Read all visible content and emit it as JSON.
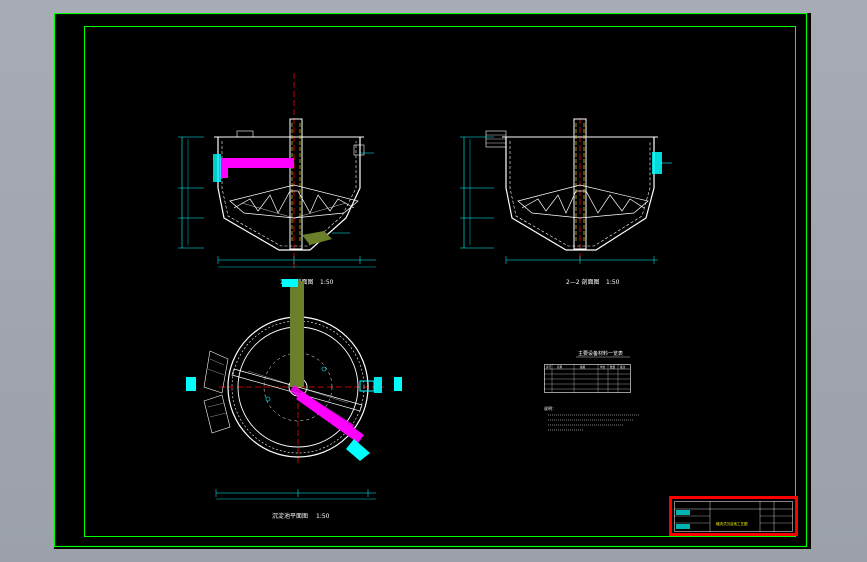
{
  "drawing": {
    "section_1": {
      "title": "1—1 剖面图",
      "scale": "1:50"
    },
    "section_2": {
      "title": "2—2 剖面图",
      "scale": "1:50"
    },
    "plan": {
      "title": "沉淀池平面图",
      "scale": "1:50"
    },
    "table": {
      "title": "主要设备材料一览表",
      "headers": [
        "序号",
        "名称",
        "规格",
        "单位",
        "数量",
        "备注"
      ]
    },
    "notes_title": "说明：",
    "title_block": {
      "label": "辐流式沉淀池工艺图"
    }
  },
  "colors": {
    "background": "#000000",
    "border": "#00ff00",
    "structure": "#ffffff",
    "dimension": "#00ffff",
    "inlet_pipe": "#ff00ff",
    "sludge_pipe": "#6b7f2b",
    "center_line": "#ff0000",
    "title_block": "#ff0000"
  }
}
